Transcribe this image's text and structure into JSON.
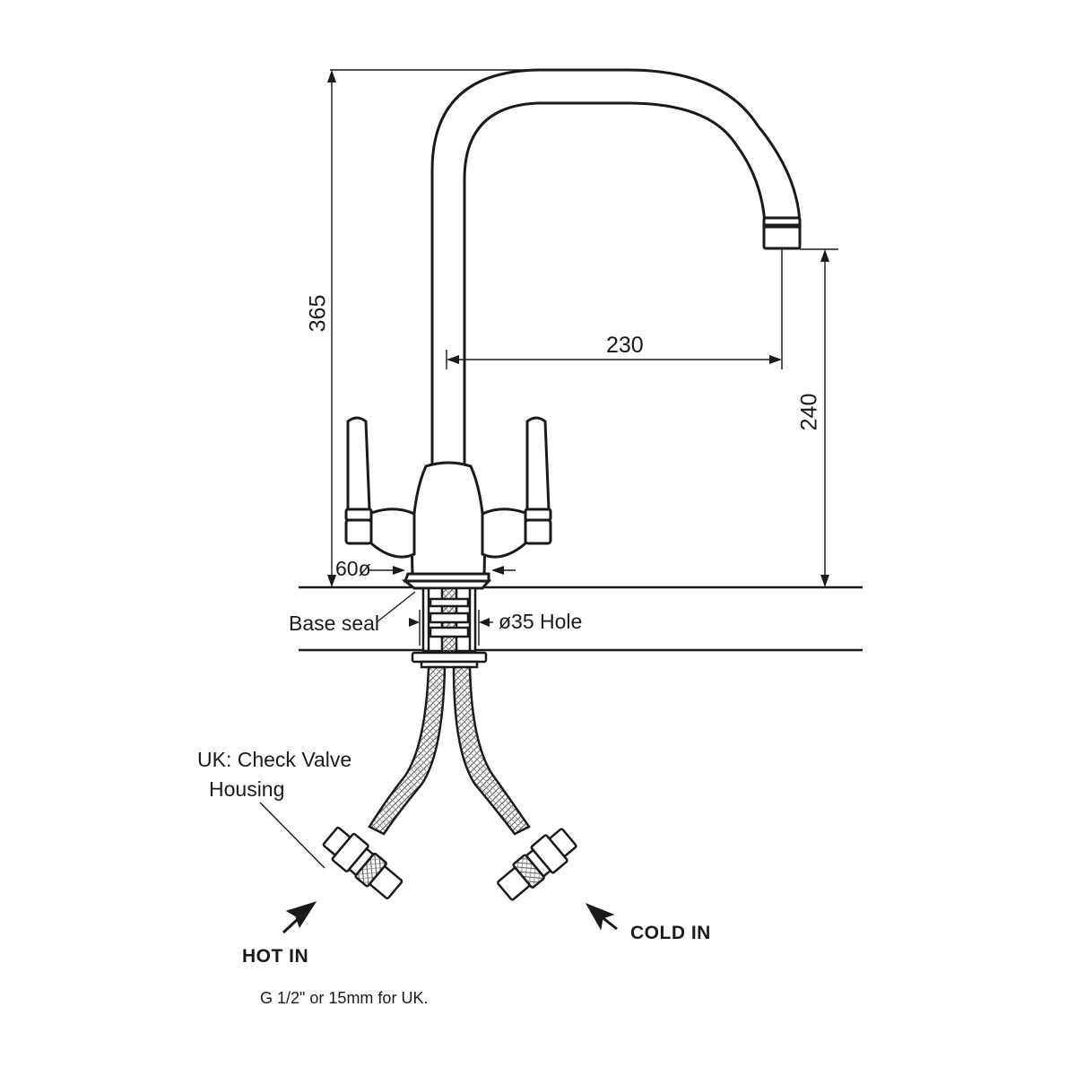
{
  "dimensions": {
    "height_total": "365",
    "reach": "230",
    "spout_clearance": "240",
    "base_diameter": "60ø",
    "hole": "ø35 Hole"
  },
  "callouts": {
    "base_seal": "Base seal",
    "check_valve_line1": "UK: Check Valve",
    "check_valve_line2": "Housing"
  },
  "inlets": {
    "hot": "HOT IN",
    "cold": "COLD IN",
    "thread_note": "G 1/2\" or 15mm for UK."
  },
  "colors": {
    "line": "#1a1a1a",
    "background": "#ffffff"
  }
}
